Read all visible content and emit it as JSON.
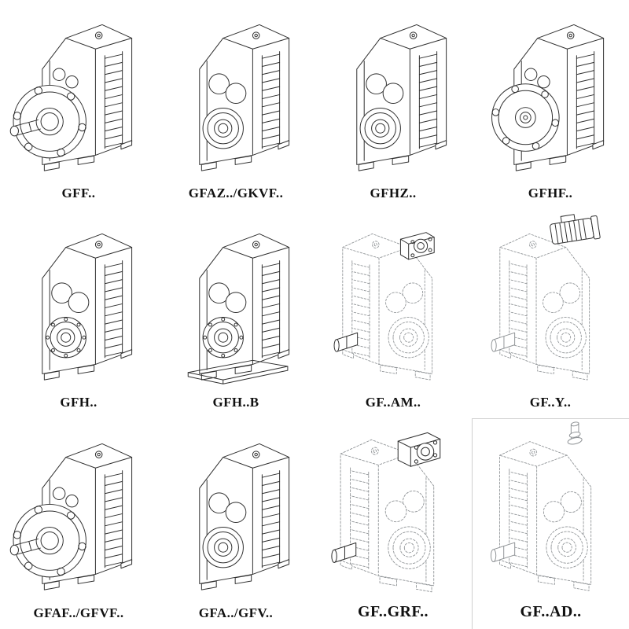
{
  "catalog": {
    "title": "gear-reducer-type-catalog",
    "colors": {
      "line": "#2f2f2f",
      "ghost_line": "#8f9396",
      "background": "#ffffff"
    },
    "items": [
      {
        "label": "GFF.."
      },
      {
        "label": "GFAZ../GKVF.."
      },
      {
        "label": "GFHZ.."
      },
      {
        "label": "GFHF.."
      },
      {
        "label": "GFH.."
      },
      {
        "label": "GFH..B"
      },
      {
        "label": "GF..AM.."
      },
      {
        "label": "GF..Y.."
      },
      {
        "label": "GFAF../GFVF.."
      },
      {
        "label": "GFA../GFV.."
      },
      {
        "label": "GF..GRF.."
      },
      {
        "label": "GF..AD.."
      }
    ]
  }
}
